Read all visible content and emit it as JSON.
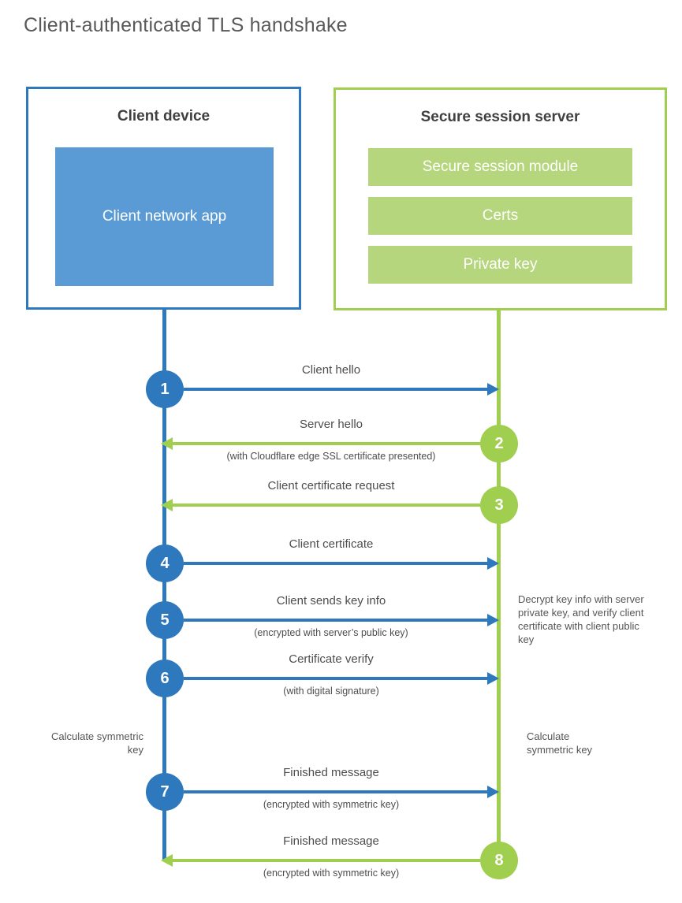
{
  "title": "Client-authenticated TLS handshake",
  "colors": {
    "client_accent": "#2e79bd",
    "client_fill": "#5b9bd5",
    "server_accent": "#a0ce4e",
    "server_fill": "#b5d67c"
  },
  "client_box": {
    "title": "Client device",
    "app_label": "Client network app"
  },
  "server_box": {
    "title": "Secure session server",
    "modules": [
      "Secure session module",
      "Certs",
      "Private key"
    ]
  },
  "messages": [
    {
      "num": "1",
      "label": "Client hello",
      "sub": "",
      "from": "client",
      "to": "server"
    },
    {
      "num": "2",
      "label": "Server hello",
      "sub": "(with Cloudflare edge SSL certificate presented)",
      "from": "server",
      "to": "client"
    },
    {
      "num": "3",
      "label": "Client certificate request",
      "sub": "",
      "from": "server",
      "to": "client"
    },
    {
      "num": "4",
      "label": "Client certificate",
      "sub": "",
      "from": "client",
      "to": "server"
    },
    {
      "num": "5",
      "label": "Client sends key info",
      "sub": "(encrypted with server’s public key)",
      "from": "client",
      "to": "server"
    },
    {
      "num": "6",
      "label": "Certificate verify",
      "sub": "(with digital signature)",
      "from": "client",
      "to": "server"
    },
    {
      "num": "7",
      "label": "Finished message",
      "sub": "(encrypted with symmetric key)",
      "from": "client",
      "to": "server"
    },
    {
      "num": "8",
      "label": "Finished message",
      "sub": "(encrypted with symmetric key)",
      "from": "server",
      "to": "client"
    }
  ],
  "annotations": {
    "decrypt_note": "Decrypt key info with server private key, and verify client certificate with client public key",
    "calc_left": "Calculate symmetric key",
    "calc_right": "Calculate symmetric key"
  }
}
